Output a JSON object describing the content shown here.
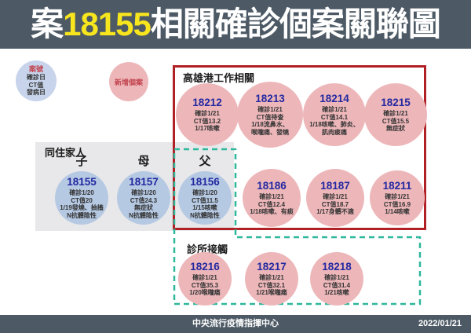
{
  "title": {
    "prefix": "案",
    "case_no": "18155",
    "suffix": "相關確診個案關聯圖"
  },
  "legend": {
    "key": {
      "line1": "案號",
      "line2": "確診日",
      "line3": "CT值",
      "line4": "發病日"
    },
    "new_case": "新增個案"
  },
  "groups": {
    "household": {
      "label": "同住家人",
      "roles": {
        "son": "子",
        "mother": "母",
        "father": "父"
      }
    },
    "port": {
      "label": "高雄港工作相關"
    },
    "clinic": {
      "label": "診所接觸"
    }
  },
  "colors": {
    "header_bg": "#4d5a65",
    "title_highlight": "#f7e51d",
    "port_border_red": "#b12025",
    "clinic_dash_teal": "#2fb79b",
    "new_case_pink": "#edb7ba",
    "existing_case_blue": "#b6c9e3",
    "case_number_blue": "#2328a0",
    "legend_red_text": "#c24550"
  },
  "cases": {
    "c18155": {
      "id": "18155",
      "l1": "確診1/20",
      "l2": "CT值20",
      "l3": "1/19發燒、抽搐",
      "l4": "N抗體陰性"
    },
    "c18157": {
      "id": "18157",
      "l1": "確診1/20",
      "l2": "CT值24.3",
      "l3": "無症狀",
      "l4": "N抗體陰性"
    },
    "c18156": {
      "id": "18156",
      "l1": "確診1/20",
      "l2": "CT值11.5",
      "l3": "1/15咳嗽",
      "l4": "N抗體陰性"
    },
    "c18212": {
      "id": "18212",
      "l1": "確診1/21",
      "l2": "CT值13.2",
      "l3": "1/17咳嗽"
    },
    "c18213": {
      "id": "18213",
      "l1": "確診1/21",
      "l2": "CT值待查",
      "l3": "1/18流鼻水、",
      "l4": "喉嚨痛、發燒"
    },
    "c18214": {
      "id": "18214",
      "l1": "確診1/21",
      "l2": "CT值14.1",
      "l3": "1/18咳嗽、肺炎、",
      "l4": "肌肉痠痛"
    },
    "c18215": {
      "id": "18215",
      "l1": "確診1/21",
      "l2": "CT值15.5",
      "l3": "無症狀"
    },
    "c18186": {
      "id": "18186",
      "l1": "確診1/21",
      "l2": "CT值12.4",
      "l3": "1/18咳嗽、有痰"
    },
    "c18187": {
      "id": "18187",
      "l1": "確診1/21",
      "l2": "CT值18.7",
      "l3": "1/17身體不適"
    },
    "c18211": {
      "id": "18211",
      "l1": "確診1/21",
      "l2": "CT值16.9",
      "l3": "1/14咳嗽"
    },
    "c18216": {
      "id": "18216",
      "l1": "確診1/21",
      "l2": "CT值35.3",
      "l3": "1/20喉嚨痛"
    },
    "c18217": {
      "id": "18217",
      "l1": "確診1/21",
      "l2": "CT值32.1",
      "l3": "1/21喉嚨痛"
    },
    "c18218": {
      "id": "18218",
      "l1": "確診1/21",
      "l2": "CT值31.4",
      "l3": "1/21咳嗽"
    }
  },
  "footer": {
    "org": "中央流行疫情指揮中心",
    "date": "2022/01/21"
  }
}
